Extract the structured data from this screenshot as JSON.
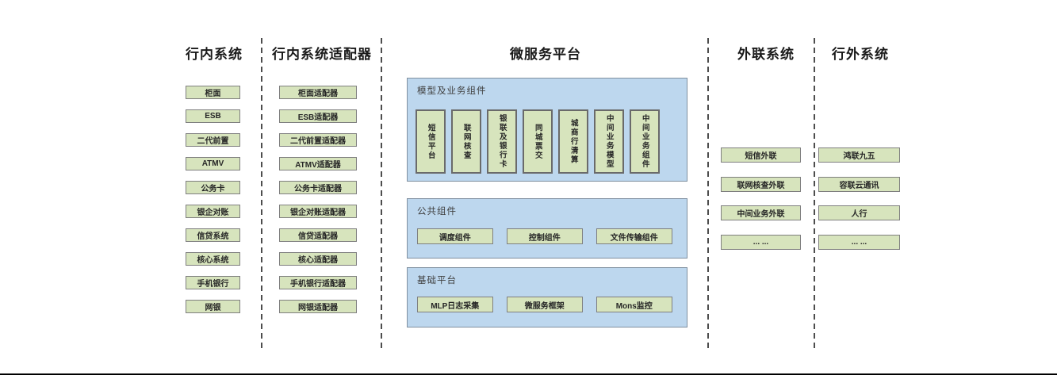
{
  "columns": {
    "inhouse": {
      "title": "行内系统",
      "items": [
        "柜面",
        "ESB",
        "二代前置",
        "ATMV",
        "公务卡",
        "银企对账",
        "信贷系统",
        "核心系统",
        "手机银行",
        "网银"
      ]
    },
    "adapters": {
      "title": "行内系统适配器",
      "items": [
        "柜面适配器",
        "ESB适配器",
        "二代前置适配器",
        "ATMV适配器",
        "公务卡适配器",
        "银企对账适配器",
        "信贷适配器",
        "核心适配器",
        "手机银行适配器",
        "网银适配器"
      ]
    },
    "platform": {
      "title": "微服务平台",
      "panels": {
        "model": {
          "title": "模型及业务组件",
          "items": [
            "短信平台",
            "联网核查",
            "银联及银行卡",
            "同城票交",
            "城商行清算",
            "中间业务模型",
            "中间业务组件"
          ]
        },
        "common": {
          "title": "公共组件",
          "items": [
            "调度组件",
            "控制组件",
            "文件传输组件"
          ]
        },
        "base": {
          "title": "基础平台",
          "items": [
            "MLP日志采集",
            "微服务框架",
            "Mons监控"
          ]
        }
      }
    },
    "outreach": {
      "title": "外联系统",
      "items": [
        "短信外联",
        "联网核查外联",
        "中间业务外联",
        "... ..."
      ]
    },
    "external": {
      "title": "行外系统",
      "items": [
        "鸿联九五",
        "容联云通讯",
        "人行",
        "... ..."
      ]
    }
  },
  "colors": {
    "box_fill": "#d7e4bd",
    "box_border": "#7f7f7f",
    "panel_fill": "#bdd7ee",
    "rule": "#000000"
  }
}
